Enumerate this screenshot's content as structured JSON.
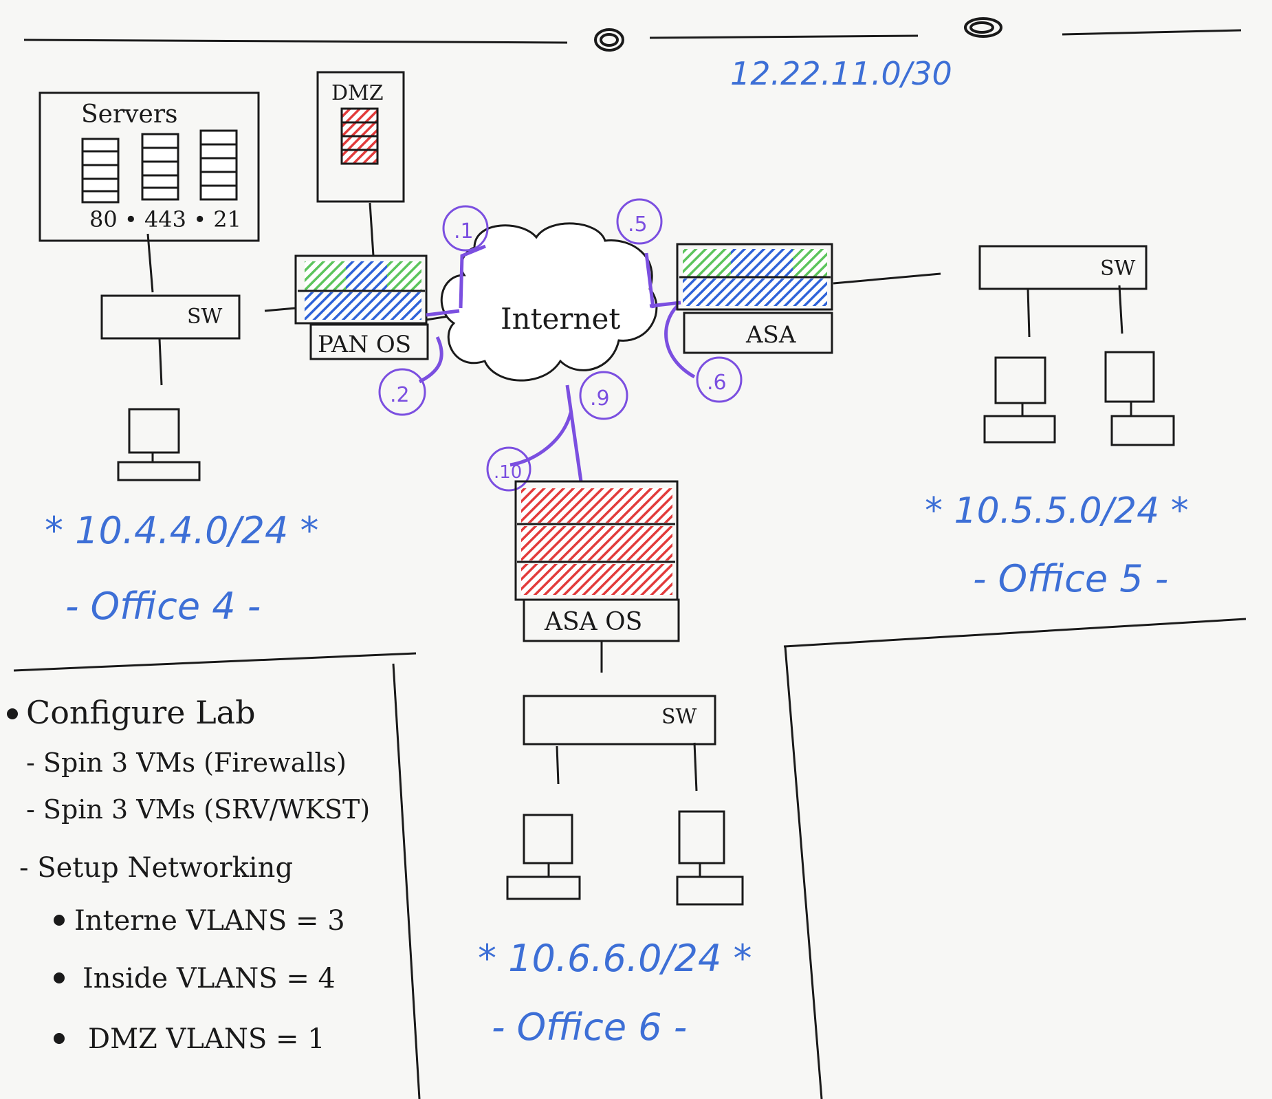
{
  "transit_subnet": "12.22.11.0/30",
  "office4": {
    "label": "- Office 4 -",
    "subnet": "* 10.4.4.0/24 *",
    "servers_title": "Servers",
    "ports": "80 • 443 • 21",
    "dmz_title": "DMZ",
    "switch_label": "SW",
    "firewall_label": "PAN OS",
    "ip_outside": ".1",
    "ip_inside": ".2"
  },
  "office5": {
    "label": "- Office 5 -",
    "subnet": "* 10.5.5.0/24 *",
    "switch_label": "SW",
    "firewall_label": "ASA",
    "ip_outside": ".5",
    "ip_inside": ".6"
  },
  "office6": {
    "label": "- Office 6 -",
    "subnet": "* 10.6.6.0/24 *",
    "switch_label": "SW",
    "firewall_label": "ASA OS",
    "ip_outside": ".9",
    "ip_inside": ".10"
  },
  "internet_label": "Internet",
  "notes": {
    "title": "Configure Lab",
    "items": [
      "- Spin 3 VMs (Firewalls)",
      "- Spin 3 VMs (SRV/WKST)",
      "- Setup Networking"
    ],
    "subitems": [
      "Interne VLANS = 3",
      "Inside VLANS = 4",
      "DMZ VLANS = 1"
    ]
  },
  "colors": {
    "ink": "#1a1a1a",
    "blue_text": "#3d6fd6",
    "purple_link": "#7b4fe0",
    "fw_green": "#5cc45c",
    "fw_blue": "#2f63d8",
    "fw_red": "#e23b3b"
  }
}
